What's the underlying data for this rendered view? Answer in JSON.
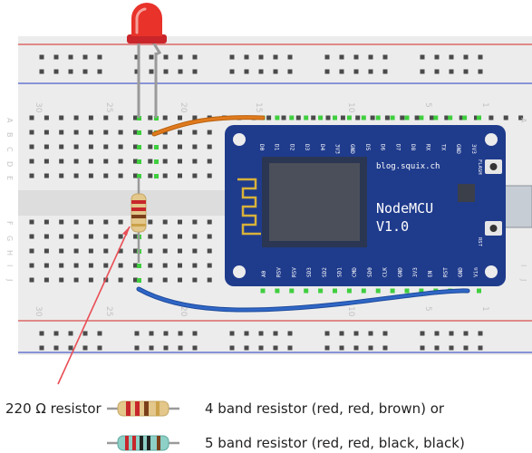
{
  "breadboard": {
    "column_numbers": [
      "30",
      "25",
      "20",
      "15",
      "10",
      "5",
      "1"
    ],
    "row_letters_top": [
      "A",
      "B",
      "C",
      "D",
      "E"
    ],
    "row_letters_bottom": [
      "F",
      "G",
      "H",
      "I",
      "J"
    ]
  },
  "nodemcu": {
    "url": "blog.squix.ch",
    "name_line1": "NodeMCU",
    "name_line2": "V1.0",
    "flash_label": "FLASH",
    "rst_label": "RST",
    "top_pins": [
      "D0",
      "D1",
      "D2",
      "D3",
      "D4",
      "3V3",
      "GND",
      "D5",
      "D6",
      "D7",
      "D8",
      "RX",
      "TX",
      "GND",
      "3V3"
    ],
    "bottom_pins": [
      "A0",
      "RSV",
      "RSV",
      "SD3",
      "SD2",
      "SD1",
      "CMD",
      "SD0",
      "CLK",
      "GND",
      "3V3",
      "EN",
      "RST",
      "GND",
      "Vin"
    ]
  },
  "legend": {
    "resistor_label": "220 Ω resistor",
    "four_band": "4 band resistor (red, red, brown) or",
    "five_band": "5 band resistor (red, red, black, black)"
  },
  "colors": {
    "board": "#ececec",
    "rail_red": "#d94b4b",
    "rail_blue": "#4b5ec9",
    "nodemcu_blue": "#1f3b8c",
    "wire_orange": "#e07a1c",
    "wire_blue": "#2f66c6",
    "led_red": "#e8322a",
    "pointer_red": "#e94d55"
  }
}
